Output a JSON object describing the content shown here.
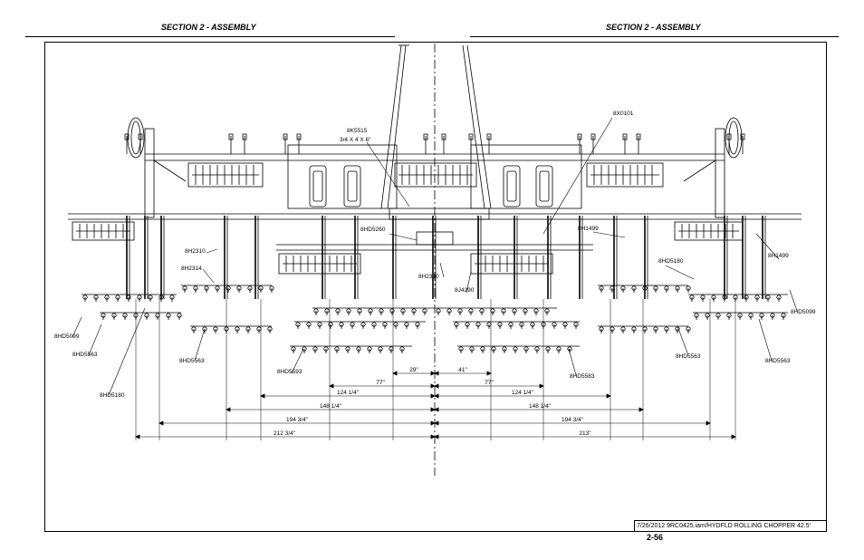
{
  "header": {
    "left_title": "SECTION 2 - ASSEMBLY",
    "right_title": "SECTION 2 - ASSEMBLY"
  },
  "title_block": {
    "text": "7/26/2012 9RC0425.iam/HYDFLD ROLLING CHOPPER 42.5'"
  },
  "page_number": "2-56",
  "part_callouts": [
    "8K5515",
    "3/4 X 4 X 6\"",
    "8X0101",
    "8HD5260",
    "8H1499",
    "8H1499",
    "8H2310",
    "8H2314",
    "8H2310",
    "8J4290",
    "8HD5180",
    "8HD5099",
    "8HD5099",
    "8HD5563",
    "8HD5563",
    "8HD5593",
    "8HD5583",
    "8HD5563",
    "8HD5563",
    "8HD5180"
  ],
  "dimensions": [
    "29\"",
    "41\"",
    "77\"",
    "77\"",
    "124 1/4\"",
    "124 1/4\"",
    "148 1/4\"",
    "148 1/4\"",
    "194 3/4\"",
    "194 3/4\"",
    "212 3/4\"",
    "213\""
  ]
}
